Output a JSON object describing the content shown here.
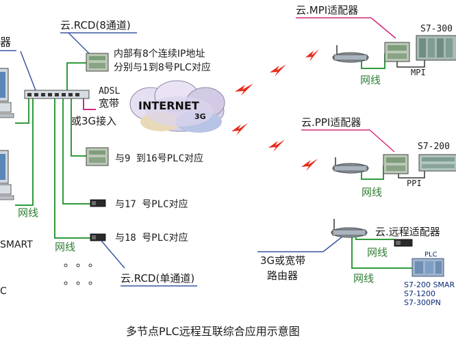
{
  "colors": {
    "ethernet_line": "#2e9a3a",
    "callout_line": "#d4287a",
    "label_underline": "#3a55a0",
    "lightning": "#e52b1a",
    "cloud": "#d8d0e8"
  },
  "labels": {
    "left_top_partial": "器",
    "rcd8": "云.RCD(8通道)",
    "rcd8_note_line1": "内部有8个连续IP地址",
    "rcd8_note_line2": "分别与1到8号PLC对应",
    "adsl": "ADSL",
    "broadband": "宽带",
    "or_3g": "或3G接入",
    "internet": "INTERNET",
    "internet_3g": "3G",
    "plc_9_16": "与9 到16号PLC对应",
    "plc_17": "与17 号PLC对应",
    "plc_18": "与18 号PLC对应",
    "rcd_single": "云.RCD(单通道)",
    "wire_left1": "网线",
    "wire_left2": "网线",
    "smart_partial": "SMART",
    "c_partial": "C",
    "mpi_adapter": "云.MPI适配器",
    "s7_300_partial": "S7-300",
    "wire_mpi": "网线",
    "mpi": "MPI",
    "ppi_adapter": "云.PPI适配器",
    "s7_200_partial": "S7-200",
    "wire_ppi": "网线",
    "ppi": "PPI",
    "remote_adapter": "云.远程适配器",
    "wire_remote1": "网线",
    "wire_remote2": "网线",
    "router_line1": "3G或宽带",
    "router_line2": "路由器",
    "plc_box_label": "PLC",
    "plc_model_1": "S7-200 SMAR",
    "plc_model_2": "S7-1200",
    "plc_model_3": "S7-300PN",
    "caption": "多节点PLC远程互联综合应用示意图"
  }
}
